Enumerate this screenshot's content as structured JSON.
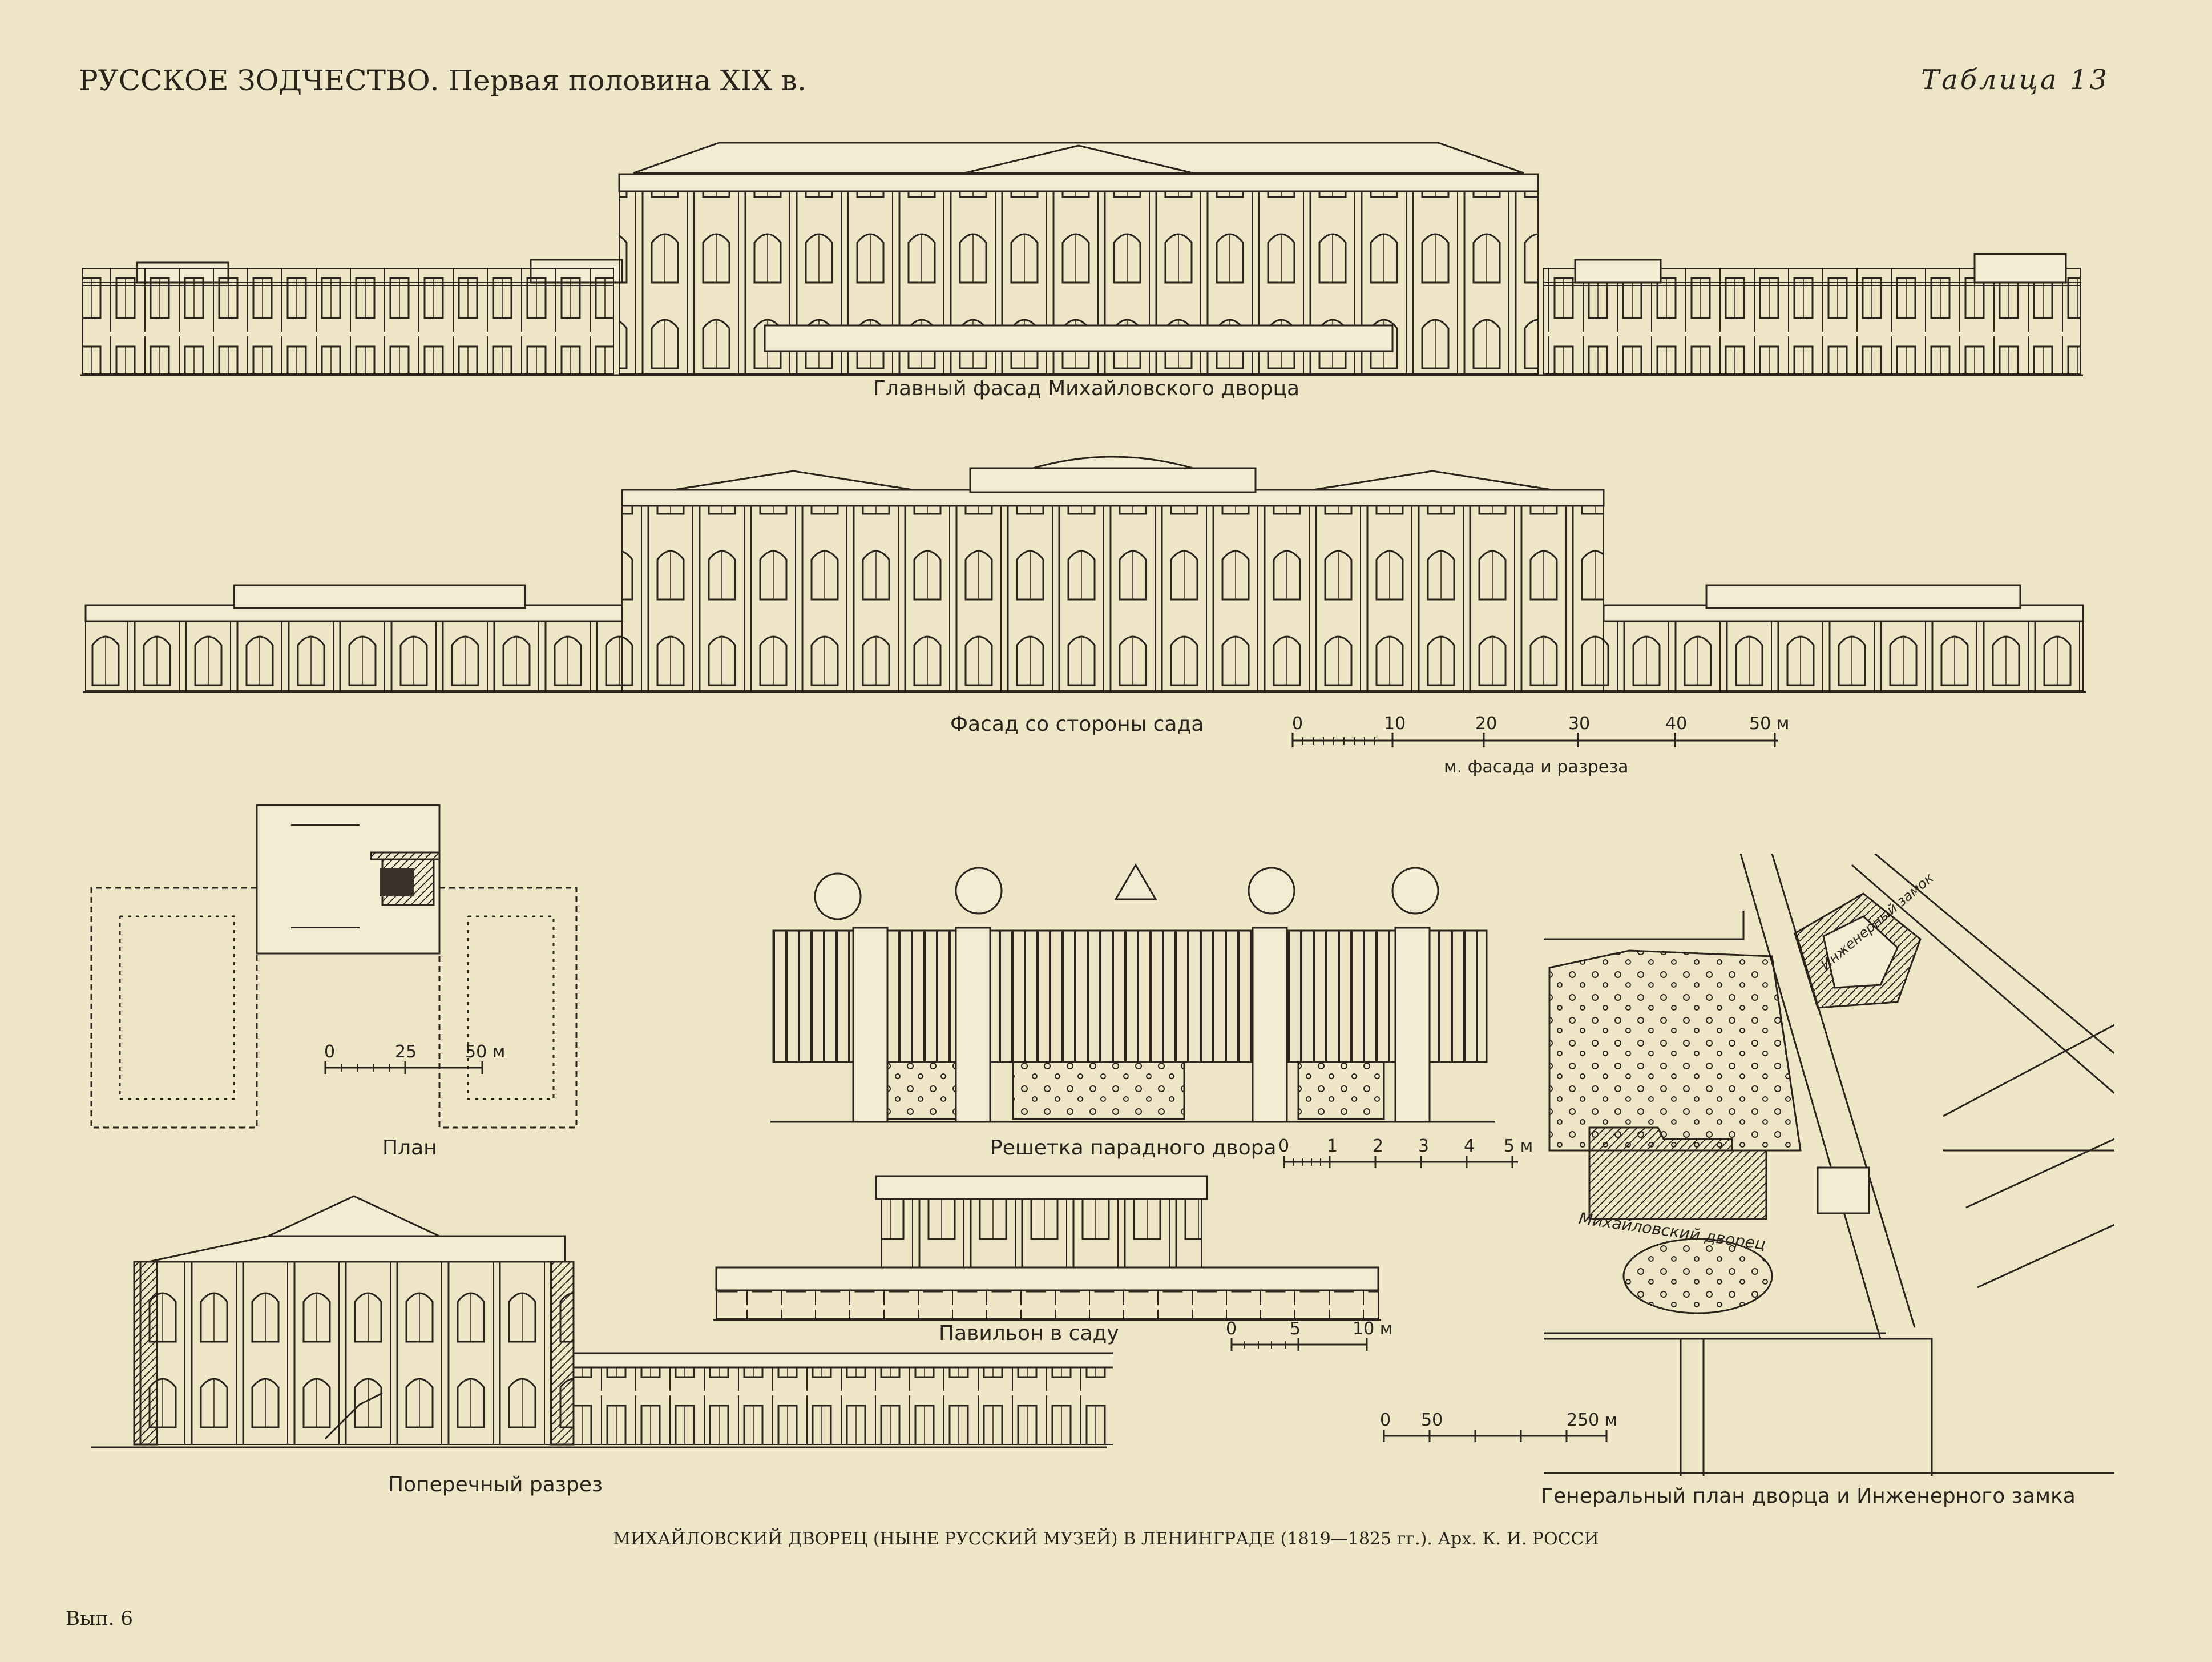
{
  "header": {
    "left": "РУССКОЕ ЗОДЧЕСТВО.  Первая половина XIX в.",
    "right": "Таблица 13"
  },
  "drawings": {
    "main_facade": "Главный фасад Михайловского дворца",
    "garden_facade": "Фасад со стороны сада",
    "plan": "План",
    "gate": "Решетка парадного двора",
    "pavilion": "Павильон в саду",
    "section": "Поперечный разрез",
    "site_plan": "Генеральный план дворца и Инженерного замка"
  },
  "scales": {
    "facade": {
      "ticks": [
        "0",
        "10",
        "20",
        "30",
        "40",
        "50 м"
      ],
      "caption": "м. фасада и разреза"
    },
    "plan": {
      "ticks": [
        "0",
        "25",
        "50 м"
      ]
    },
    "gate": {
      "ticks": [
        "0",
        "1",
        "2",
        "3",
        "4",
        "5 м"
      ]
    },
    "pavilion": {
      "ticks": [
        "0",
        "5",
        "10 м"
      ]
    },
    "site": {
      "ticks": [
        "0",
        "50",
        "250 м"
      ]
    }
  },
  "map_labels": {
    "palace": "Михайловский дворец",
    "castle": "Инженерный замок"
  },
  "caption": "МИХАЙЛОВСКИЙ ДВОРЕЦ (НЫНЕ РУССКИЙ МУЗЕЙ) В ЛЕНИНГРАДЕ (1819—1825 гг.). Арх. К. И. РОССИ",
  "folio": "Вып. 6"
}
